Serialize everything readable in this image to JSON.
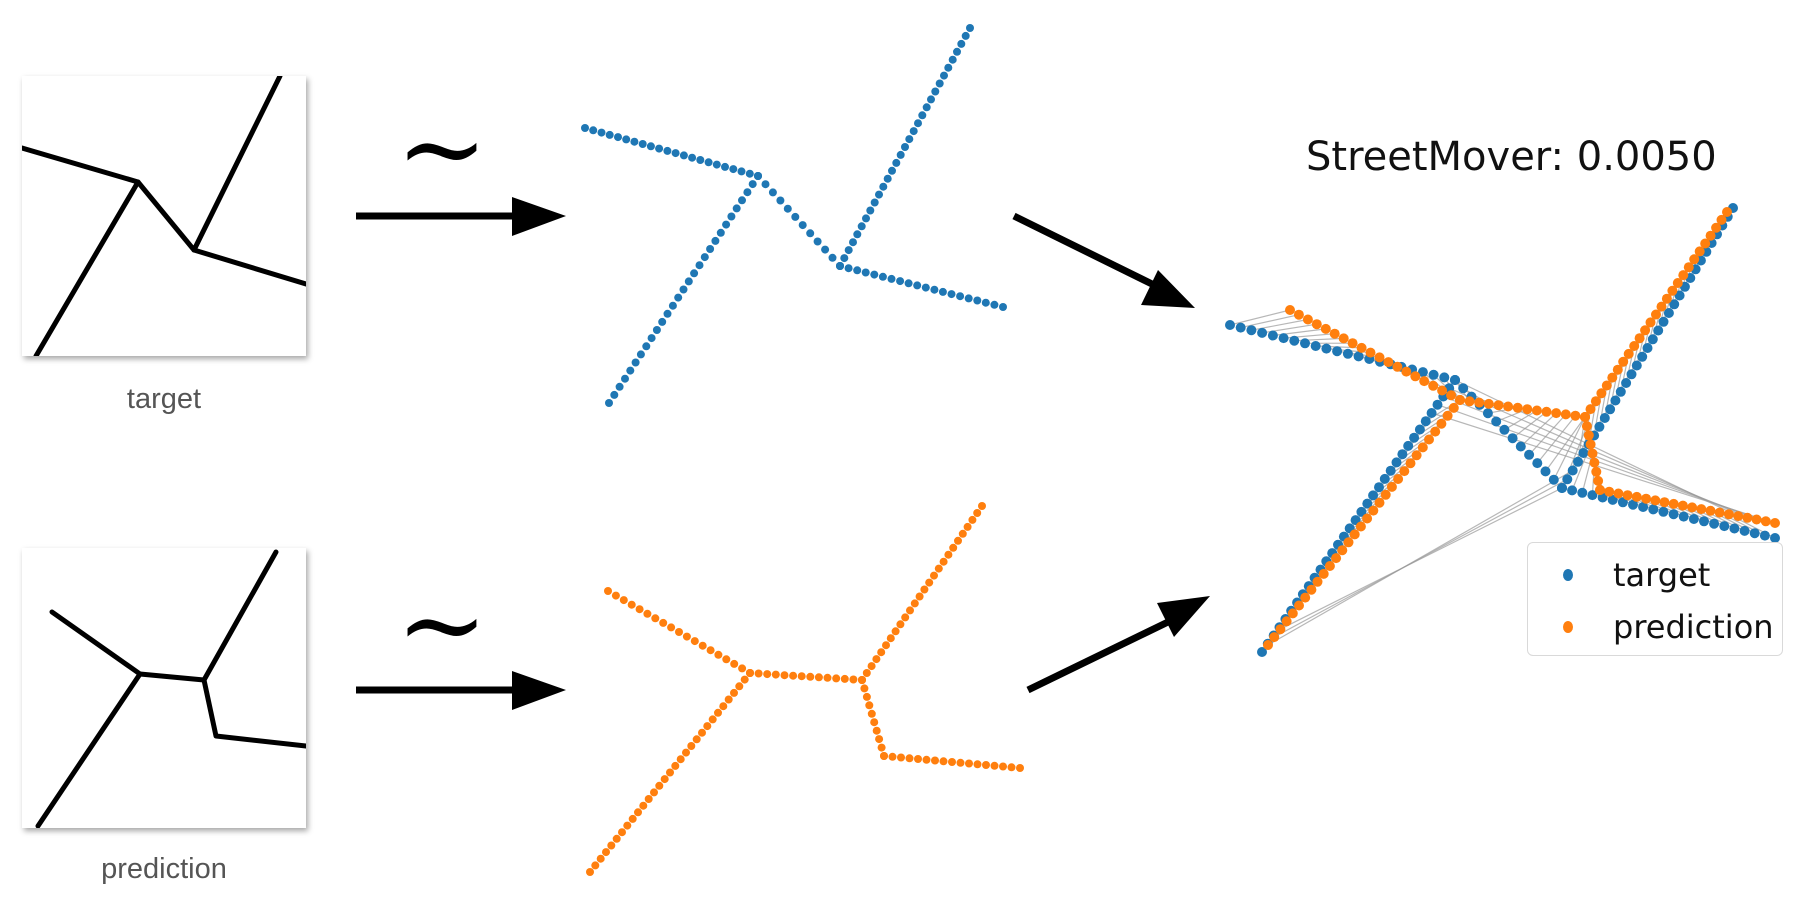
{
  "captions": {
    "target": "target",
    "prediction": "prediction"
  },
  "tilde": "~",
  "metric": {
    "title": "StreetMover: 0.0050"
  },
  "legend": [
    {
      "label": "target",
      "color": "#1f77b4"
    },
    {
      "label": "prediction",
      "color": "#ff7f0e"
    }
  ],
  "colors": {
    "target": "#1f77b4",
    "prediction": "#ff7f0e",
    "match_line": "#9a9a9a"
  }
}
